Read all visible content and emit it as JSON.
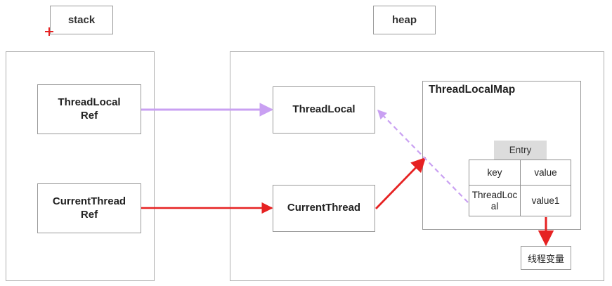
{
  "diagram": {
    "title_labels": {
      "stack": "stack",
      "heap": "heap"
    },
    "stack_region": {
      "nodes": [
        {
          "id": "threadlocal-ref",
          "label": "ThreadLocal\nRef"
        },
        {
          "id": "currentthread-ref",
          "label": "CurrentThread\nRef"
        }
      ]
    },
    "heap_region": {
      "nodes": [
        {
          "id": "threadlocal",
          "label": "ThreadLocal"
        },
        {
          "id": "currentthread",
          "label": "CurrentThread"
        }
      ],
      "map": {
        "title": "ThreadLocalMap",
        "entry_header": "Entry",
        "columns": [
          "key",
          "value"
        ],
        "rows": [
          {
            "key": "ThreadLocal",
            "value": "value1"
          }
        ]
      },
      "thread_variable": "线程变量"
    },
    "colors": {
      "purple": "#c9a0f2",
      "red": "#e62222",
      "border": "#9a9a9a",
      "region_border": "#b0b0b0",
      "entry_header_bg": "#dcdcdc",
      "text": "#222222"
    },
    "connectors": [
      {
        "id": "ref-to-threadlocal",
        "from": "threadlocal-ref",
        "to": "threadlocal",
        "style": "solid",
        "color": "#c9a0f2"
      },
      {
        "id": "ref-to-currentthread",
        "from": "currentthread-ref",
        "to": "currentthread",
        "style": "solid",
        "color": "#e62222"
      },
      {
        "id": "currentthread-to-map",
        "from": "currentthread",
        "to": "threadlocalmap",
        "style": "solid",
        "color": "#e62222"
      },
      {
        "id": "entrykey-to-threadlocal",
        "from": "entry-key-cell",
        "to": "threadlocal",
        "style": "dashed",
        "color": "#c9a0f2"
      },
      {
        "id": "value-to-threadvar",
        "from": "entry-value-cell",
        "to": "thread-variable",
        "style": "solid",
        "color": "#e62222"
      }
    ]
  }
}
